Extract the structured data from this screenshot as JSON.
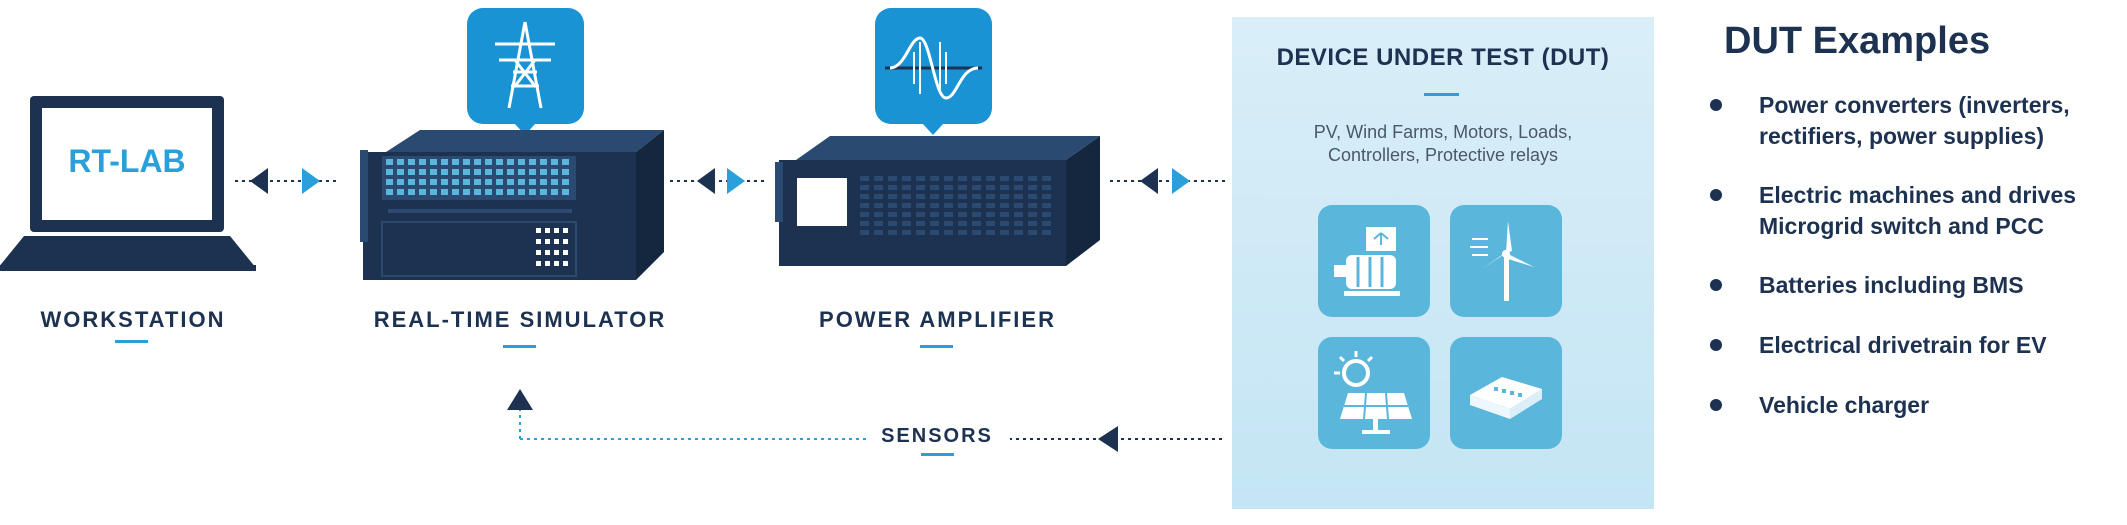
{
  "workstation": {
    "screen_text": "RT-LAB",
    "label": "WORKSTATION"
  },
  "simulator": {
    "label": "REAL-TIME SIMULATOR"
  },
  "amplifier": {
    "label": "POWER AMPLIFIER"
  },
  "sensors": {
    "label": "SENSORS"
  },
  "dut": {
    "title": "DEVICE UNDER TEST (DUT)",
    "description": "PV, Wind Farms, Motors, Loads, Controllers, Protective relays",
    "icons": [
      "motor-icon",
      "wind-turbine-icon",
      "solar-panel-icon",
      "controller-box-icon"
    ]
  },
  "examples": {
    "title": "DUT Examples",
    "items": [
      "Power converters (inverters, rectifiers, power supplies)",
      "Electric machines and drives Microgrid switch and PCC",
      "Batteries including BMS",
      "Electrical drivetrain for EV",
      "Vehicle charger"
    ]
  },
  "colors": {
    "navy": "#1d3150",
    "blue": "#2b9fd9",
    "icon_bg": "#1a93d4",
    "tile": "#5bb6db",
    "panel": "#cfe9f6"
  }
}
